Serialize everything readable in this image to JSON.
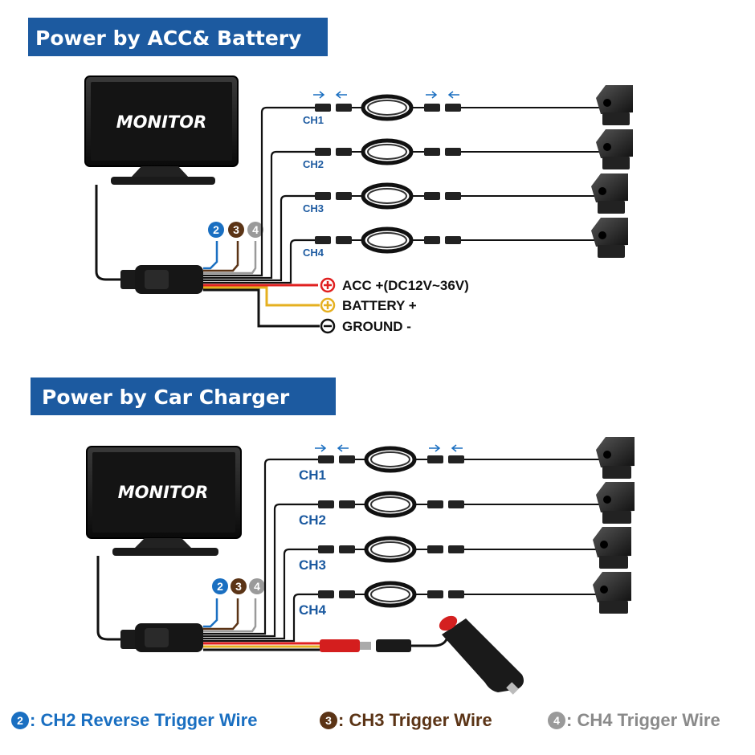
{
  "colors": {
    "header_bg": "#1c5aa0",
    "ch2_blue": "#1a6fc1",
    "ch3_brown": "#5b3416",
    "ch4_gray": "#9a9a9a",
    "acc_red": "#e02020",
    "battery_yellow": "#e5b020",
    "wire_black": "#111111"
  },
  "section_acc": {
    "title": "Power by ACC& Battery",
    "monitor_label": "MONITOR",
    "channels": [
      "CH1",
      "CH2",
      "CH3",
      "CH4"
    ],
    "badges": [
      "2",
      "3",
      "4"
    ],
    "power_lines": [
      {
        "symbol": "⊕",
        "label": "ACC +(DC12V~36V)"
      },
      {
        "symbol": "⊕",
        "label": "BATTERY +"
      },
      {
        "symbol": "⊖",
        "label": "GROUND -"
      }
    ]
  },
  "section_charger": {
    "title": "Power by Car Charger",
    "monitor_label": "MONITOR",
    "channels": [
      "CH1",
      "CH2",
      "CH3",
      "CH4"
    ],
    "badges": [
      "2",
      "3",
      "4"
    ]
  },
  "legend": [
    {
      "badge": "2",
      "text": ": CH2  Reverse Trigger Wire"
    },
    {
      "badge": "3",
      "text": ": CH3 Trigger Wire"
    },
    {
      "badge": "4",
      "text": ": CH4 Trigger Wire"
    }
  ]
}
